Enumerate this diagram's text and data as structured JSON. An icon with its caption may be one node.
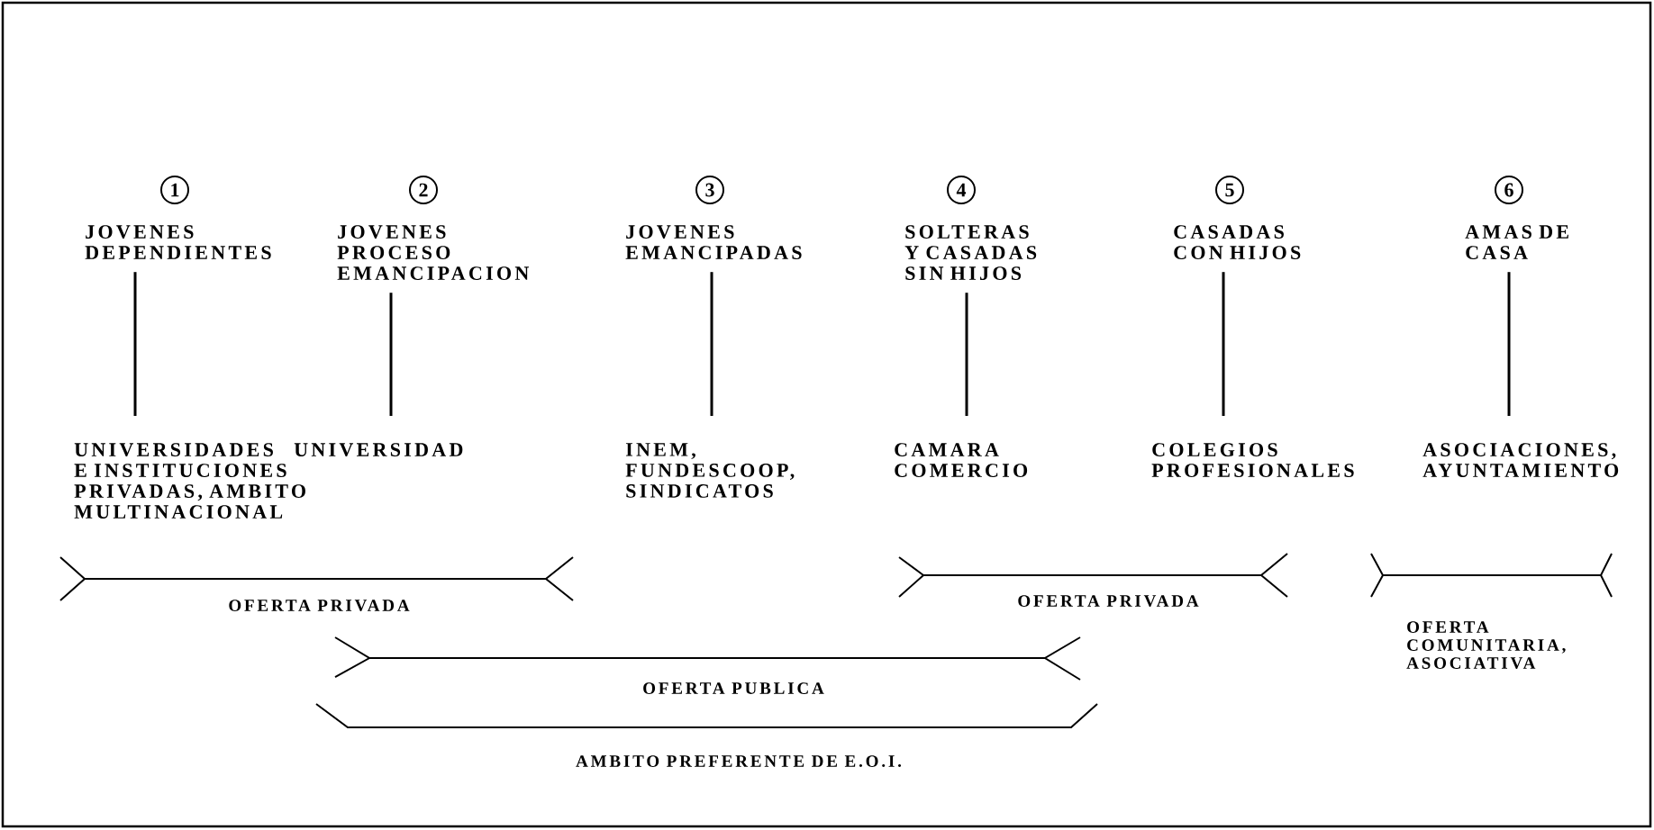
{
  "diagram": {
    "nodes": [
      {
        "text": [
          "JOVENES DEPENDIENTES"
        ]
      },
      {
        "text": [
          "JOVENES PROCESO EMANCIPACION"
        ]
      },
      {
        "text": [
          "JOVENES EMANCIPADAS"
        ]
      },
      {
        "text": [
          "SOLTERAS Y CASADAS SIN HIJOS"
        ]
      },
      {
        "text": [
          "CASADAS CON HIJOS"
        ]
      },
      {
        "text": [
          "AMAS DE CASA"
        ]
      },
      {
        "text": [
          "UNIVERSIDADES E INSTITUCIONES PRIVADAS, AMBITO MULTINACIONAL"
        ]
      },
      {
        "text": [
          "UNIVERSIDAD"
        ]
      },
      {
        "text": [
          "INEM, FUNDESCOOP, SINDICATOS"
        ]
      },
      {
        "text": [
          "CAMARA COMERCIO"
        ]
      },
      {
        "text": [
          "COLEGIOS PROFESIONALES"
        ]
      },
      {
        "text": [
          "ASOCIACIONES, AYUNTAMIENTO"
        ]
      }
    ],
    "edges": [
      {
        "from": 0,
        "to": 6,
        "arrow": "none"
      },
      {
        "from": 1,
        "to": 7,
        "arrow": "none"
      },
      {
        "from": 2,
        "to": 8,
        "arrow": "none"
      },
      {
        "from": 3,
        "to": 9,
        "arrow": "none"
      },
      {
        "from": 4,
        "to": 10,
        "arrow": "none"
      },
      {
        "from": 5,
        "to": 11,
        "arrow": "none"
      }
    ],
    "labels": [
      "1",
      "2",
      "3",
      "4",
      "5",
      "6",
      "OFERTA PRIVADA",
      "OFERTA PRIVADA",
      "OFERTA COMUNITARIA, ASOCIATIVA",
      "OFERTA PUBLICA",
      "AMBITO PREFERENTE DE E.O.I."
    ]
  }
}
